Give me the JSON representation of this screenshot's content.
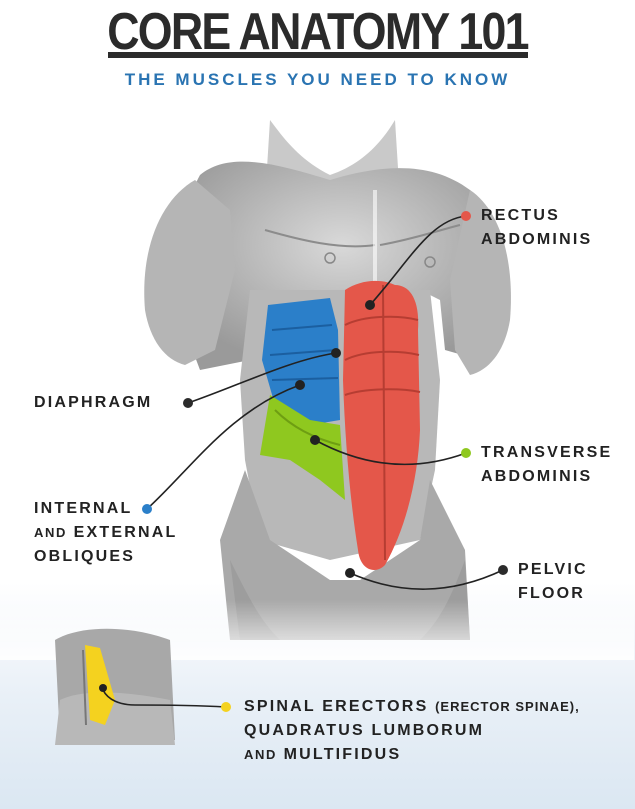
{
  "header": {
    "title": "CORE ANATOMY 101",
    "subtitle": "THE MUSCLES YOU NEED TO KNOW"
  },
  "colors": {
    "rectus": "#e4574a",
    "transverse": "#8fc81f",
    "obliques": "#2b7fc9",
    "diaphragm": "#2b2b2b",
    "pelvic": "#2b2b2b",
    "spinal": "#f4d21f",
    "subtitle": "#2a74b2"
  },
  "labels": {
    "rectus": {
      "line1": "RECTUS",
      "line2": "ABDOMINIS"
    },
    "diaphragm": {
      "line1": "DIAPHRAGM"
    },
    "transverse": {
      "line1": "TRANSVERSE",
      "line2": "ABDOMINIS"
    },
    "obliques": {
      "line1": "INTERNAL",
      "line2_small": "AND",
      "line2": "EXTERNAL",
      "line3": "OBLIQUES"
    },
    "pelvic": {
      "line1": "PELVIC",
      "line2": "FLOOR"
    },
    "spinal": {
      "line1": "SPINAL ERECTORS",
      "line1_paren": "(ERECTOR SPINAE),",
      "line2": "QUADRATUS LUMBORUM",
      "line3_small": "AND",
      "line3": "MULTIFIDUS"
    }
  }
}
